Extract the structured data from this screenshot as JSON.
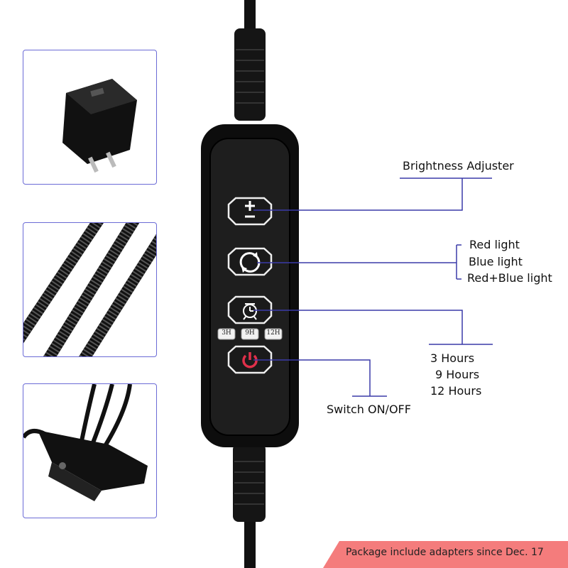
{
  "callouts": {
    "brightness": "Brightness Adjuster",
    "colors": [
      "Red light",
      "Blue light",
      "Red+Blue light"
    ],
    "timers": [
      "3 Hours",
      "9 Hours",
      "12 Hours"
    ],
    "switch": "Switch ON/OFF"
  },
  "controller": {
    "timer_labels": [
      "3H",
      "9H",
      "12H"
    ]
  },
  "banner": {
    "text": "Package include adapters since Dec. 17",
    "color": "#f47c7c"
  },
  "colors": {
    "line": "#3a3aa8",
    "frame": "#6b6bd6",
    "power": "#e0304a"
  }
}
